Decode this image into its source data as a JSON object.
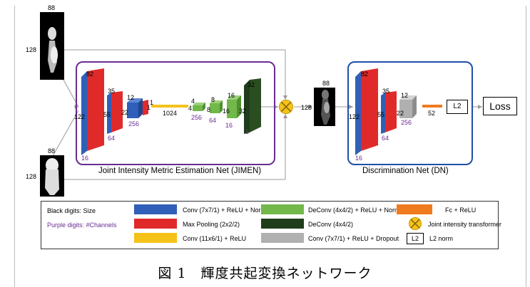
{
  "images": {
    "input_top": {
      "width_label": "88",
      "height_label": "128"
    },
    "input_bottom": {
      "width_label": "88",
      "height_label": "128"
    },
    "transformed": {
      "width_label": "88",
      "height_label": "128"
    }
  },
  "jimen": {
    "title": "Joint Intensity Metric Estimation Net (JIMEN)",
    "block1": {
      "h": "82",
      "w": "122",
      "ch": "16"
    },
    "block2": {
      "h": "35",
      "w": "55",
      "ch": "64"
    },
    "block3": {
      "h": "12",
      "w": "22",
      "ch": "256",
      "pool": "1"
    },
    "fc": {
      "in": "1",
      "len": "1024"
    },
    "deconv1": {
      "a": "4",
      "b": "4",
      "ch": "256"
    },
    "deconv2": {
      "a": "8",
      "b": "8",
      "ch": "64"
    },
    "deconv3": {
      "a": "16",
      "b": "16",
      "ch": "16"
    },
    "deconv4": {
      "a": "32",
      "b": "32",
      "ch": "1"
    }
  },
  "dn": {
    "title": "Discrimination Net (DN)",
    "block1": {
      "h": "82",
      "w": "122",
      "ch": "16"
    },
    "block2": {
      "h": "35",
      "w": "55",
      "ch": "64"
    },
    "block3": {
      "h": "12",
      "w": "22",
      "ch": "256"
    },
    "fc": {
      "len": "52"
    },
    "l2": "L2",
    "loss": "Loss"
  },
  "legend": {
    "black_digits": "Black digits: Size",
    "purple_digits": "Purple digits: #Channels",
    "items": [
      {
        "label": "Conv (7x7/1) + ReLU + Norm",
        "color": "#2f5fb8"
      },
      {
        "label": "Max Pooling (2x2/2)",
        "color": "#e02a2a"
      },
      {
        "label": "Conv (11x6/1) + ReLU",
        "color": "#f5c21a"
      },
      {
        "label": "DeConv (4x4/2) + ReLU + Norm",
        "color": "#72b84a"
      },
      {
        "label": "DeConv (4x4/2)",
        "color": "#1f3d1a"
      },
      {
        "label": "Conv (7x7/1) + ReLU + Dropout",
        "color": "#b0b0b0"
      },
      {
        "label": "Fc + ReLU",
        "color": "#f07a1e"
      },
      {
        "label": "Joint intensity transformer",
        "color": "#f5c21a"
      },
      {
        "label": "L2 norm",
        "color": "#ffffff"
      }
    ],
    "l2_box": "L2"
  },
  "caption": "図 1　輝度共起変換ネットワーク"
}
